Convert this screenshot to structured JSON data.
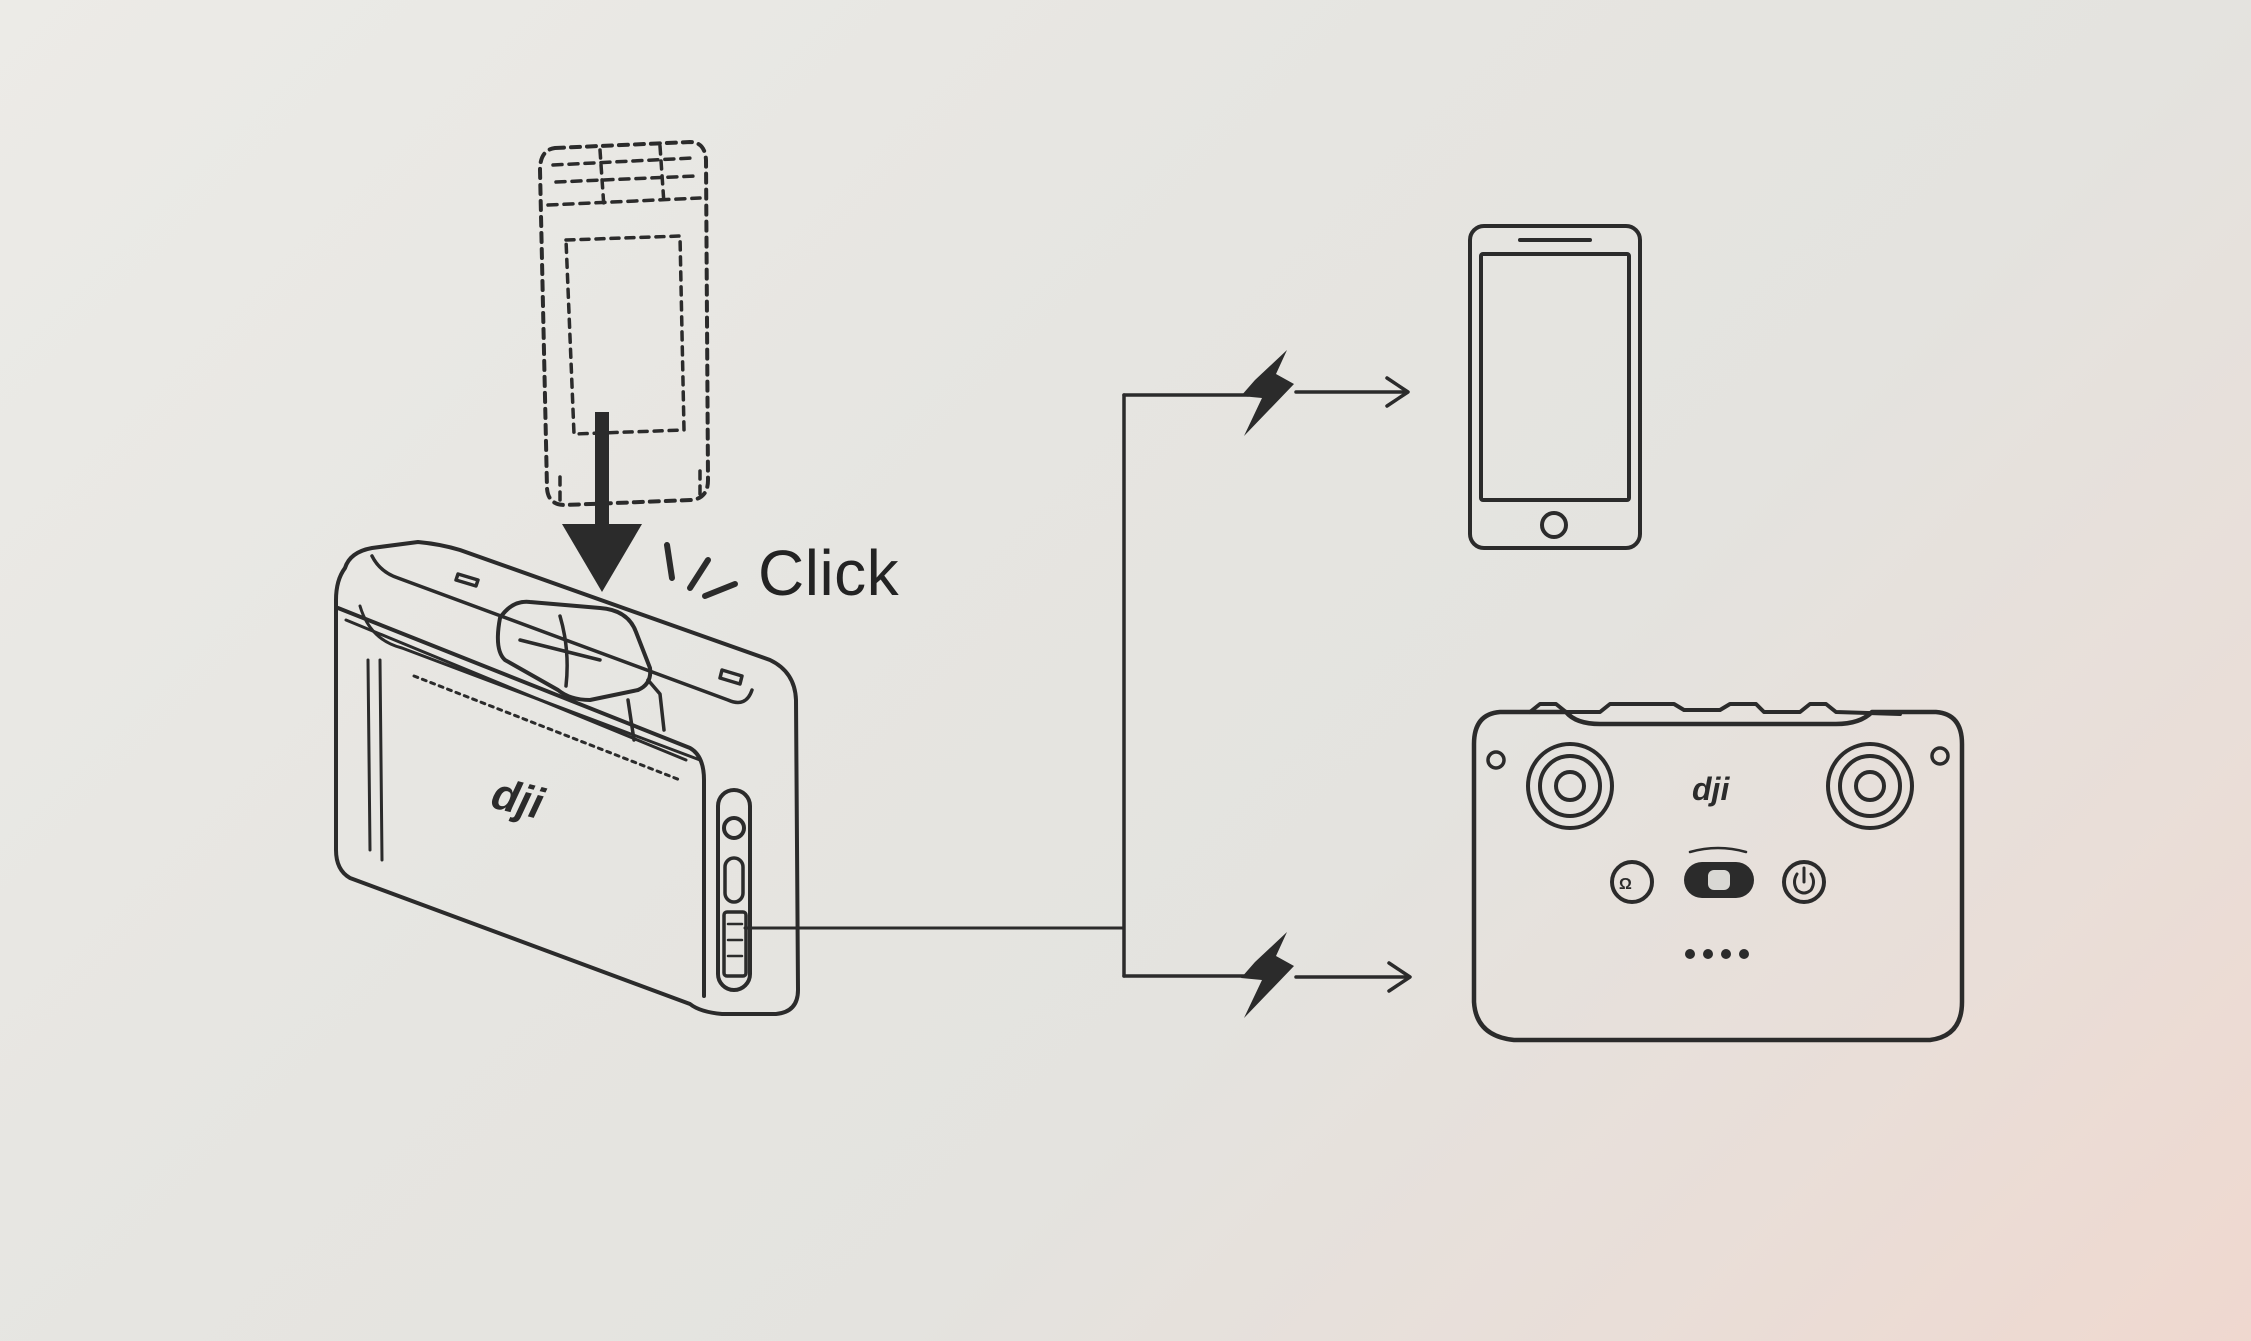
{
  "diagram": {
    "click_label": "Click",
    "hub_brand": "dji",
    "controller_brand": "dji",
    "ink_color": "#2b2b2b",
    "paper_color": "#e6e5e1",
    "icons": [
      "battery-icon",
      "down-arrow-icon",
      "click-sound-lines-icon",
      "charging-hub-icon",
      "usb-cable-line",
      "lightning-bolt-icon",
      "smartphone-icon",
      "remote-controller-icon"
    ]
  }
}
